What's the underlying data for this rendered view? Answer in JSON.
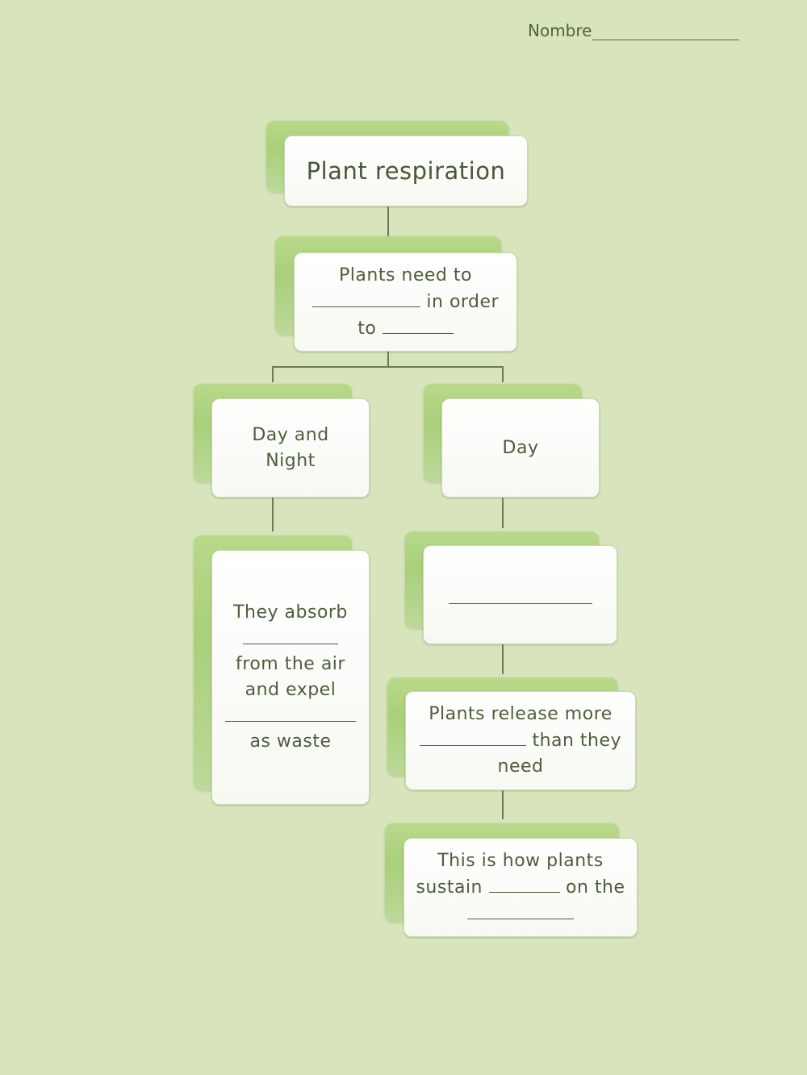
{
  "header": {
    "name_label": "Nombre"
  },
  "diagram": {
    "title": "Plant respiration",
    "root": {
      "line1": "Plants need to",
      "line2_suffix": "in order",
      "line3_prefix": "to"
    },
    "branch_left": {
      "label_line1": "Day and",
      "label_line2": "Night",
      "child": {
        "line1": "They absorb",
        "line2": "from the air",
        "line3": "and expel",
        "line4": "as waste"
      }
    },
    "branch_right": {
      "label": "Day",
      "child_blank": "",
      "release": {
        "line1": "Plants release more",
        "line2_suffix": "than they",
        "line3": "need"
      },
      "sustain": {
        "line1": "This is how plants",
        "line2_prefix": "sustain",
        "line2_suffix": "on the"
      }
    }
  },
  "colors": {
    "background": "#d8e4bc",
    "accent_green": "#a9cf7a",
    "box_fill": "#ffffff",
    "text": "#4e5d3d",
    "connector": "#6c7a5c"
  }
}
